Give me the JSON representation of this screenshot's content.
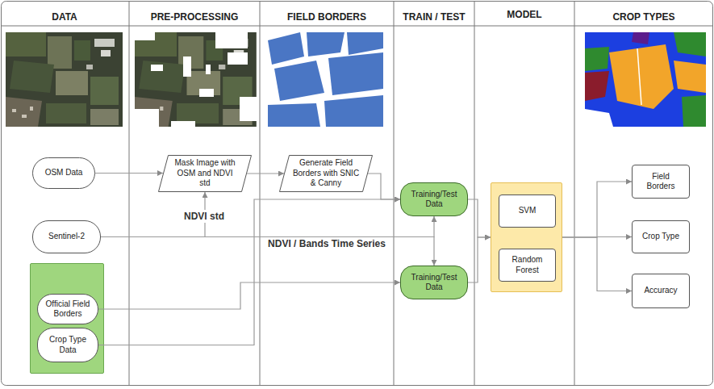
{
  "diagram": {
    "nodes": [
      {
        "text": [
          "OSM Data"
        ]
      },
      {
        "text": [
          "Mask Image with OSM and NDVI std"
        ]
      },
      {
        "text": [
          "Generate Field Borders with SNIC & Canny"
        ]
      },
      {
        "text": [
          "Field Borders"
        ]
      },
      {
        "text": [
          "Training/Test Data"
        ]
      },
      {
        "text": []
      },
      {
        "text": [
          "SVM"
        ],
        "in": 5
      },
      {
        "text": [
          "Sentinel-2"
        ]
      },
      {
        "text": [
          "Crop Type"
        ]
      },
      {
        "text": [
          "Random Forest"
        ],
        "in": 5
      },
      {
        "text": [
          "Training/Test Data"
        ]
      },
      {
        "text": []
      },
      {
        "text": [
          "Official Field Borders"
        ],
        "in": 11
      },
      {
        "text": [
          "Accuracy"
        ]
      },
      {
        "text": [
          "Crop Type Data"
        ],
        "in": 11
      }
    ],
    "edges": [
      {
        "from": 0,
        "to": 1,
        "arrow": "to"
      },
      {
        "from": 1,
        "to": 2,
        "arrow": "to"
      },
      {
        "from": 2,
        "to": 4,
        "arrow": "to"
      },
      {
        "from": 7,
        "to": 1,
        "label": "NDVI std",
        "arrow": "to"
      },
      {
        "from": 7,
        "to": 4,
        "label": "NDVI / Bands Time Series",
        "arrow": "to"
      },
      {
        "from": 7,
        "to": 10,
        "arrow": "to"
      },
      {
        "from": 12,
        "to": 10,
        "arrow": "to"
      },
      {
        "from": 14,
        "to": 4,
        "arrow": "to"
      },
      {
        "from": 4,
        "to": 5,
        "arrow": "to"
      },
      {
        "from": 10,
        "to": 5,
        "arrow": "to"
      },
      {
        "from": 5,
        "to": 3,
        "arrow": "to"
      },
      {
        "from": 5,
        "to": 8,
        "arrow": "to"
      },
      {
        "from": 5,
        "to": 13,
        "arrow": "to"
      }
    ],
    "labels": [
      "DATA",
      "PRE-PROCESSING",
      "FIELD BORDERS",
      "TRAIN / TEST",
      "MODEL",
      "CROP TYPES"
    ]
  }
}
